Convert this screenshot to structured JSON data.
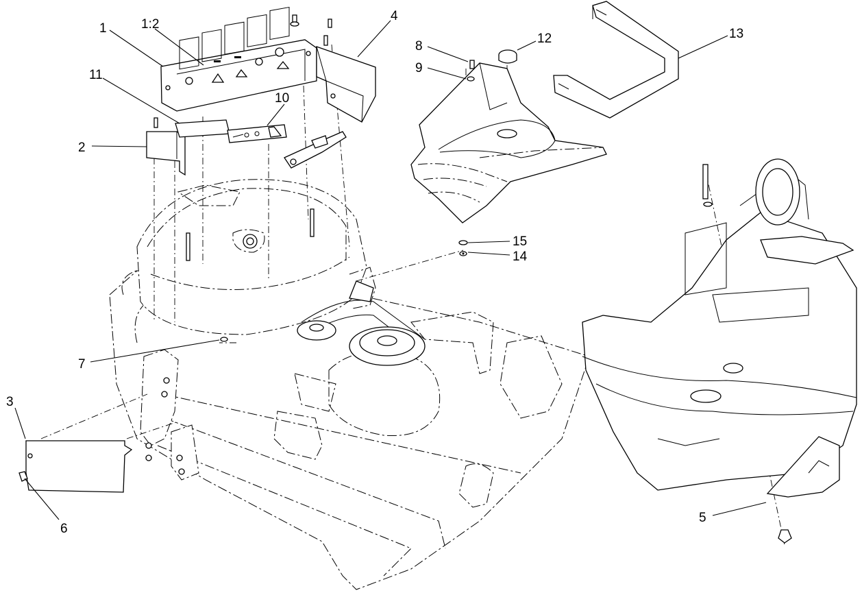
{
  "callouts": [
    {
      "id": "c1",
      "label": "1"
    },
    {
      "id": "c1-2",
      "label": "1:2"
    },
    {
      "id": "c2",
      "label": "2"
    },
    {
      "id": "c3",
      "label": "3"
    },
    {
      "id": "c4",
      "label": "4"
    },
    {
      "id": "c5",
      "label": "5"
    },
    {
      "id": "c6",
      "label": "6"
    },
    {
      "id": "c7",
      "label": "7"
    },
    {
      "id": "c8",
      "label": "8"
    },
    {
      "id": "c9",
      "label": "9"
    },
    {
      "id": "c10",
      "label": "10"
    },
    {
      "id": "c11",
      "label": "11"
    },
    {
      "id": "c12",
      "label": "12"
    },
    {
      "id": "c13",
      "label": "13"
    },
    {
      "id": "c14",
      "label": "14"
    },
    {
      "id": "c15",
      "label": "15"
    }
  ]
}
